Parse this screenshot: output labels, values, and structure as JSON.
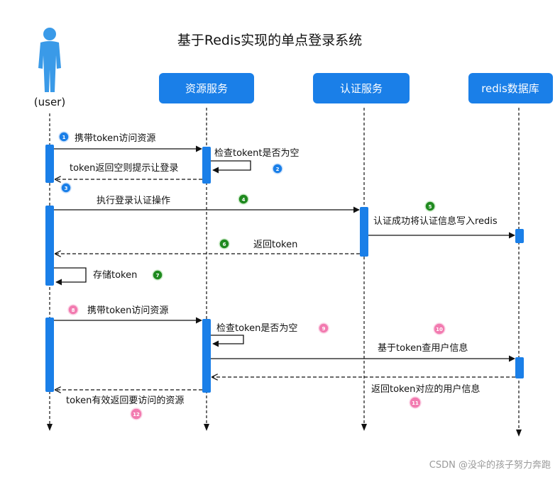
{
  "title": "基于Redis实现的单点登录系统",
  "user": {
    "label": "(user)"
  },
  "services": [
    {
      "name": "资源服务"
    },
    {
      "name": "认证服务"
    },
    {
      "name": "redis数据库"
    }
  ],
  "steps": [
    {
      "num": "1",
      "text": "携带token访问资源"
    },
    {
      "num": "2",
      "text": "检查tokent是否为空"
    },
    {
      "num": "3",
      "text": "token返回空则提示让登录"
    },
    {
      "num": "4",
      "text": "执行登录认证操作"
    },
    {
      "num": "5",
      "text": "认证成功将认证信息写入redis"
    },
    {
      "num": "6",
      "text": "返回token"
    },
    {
      "num": "7",
      "text": "存储token"
    },
    {
      "num": "8",
      "text": "携带token访问资源"
    },
    {
      "num": "9",
      "text": "检查token是否为空"
    },
    {
      "num": "10",
      "text": "基于token查用户信息"
    },
    {
      "num": "11",
      "text": "返回token对应的用户信息"
    },
    {
      "num": "12",
      "text": "token有效返回要访问的资源"
    }
  ],
  "badge_colors": {
    "blue": "#1a7fe8",
    "green": "#1f8a1f",
    "pink": "#f27bb0"
  },
  "accent": "#1a7fe8",
  "watermark": "CSDN @没伞的孩子努力奔跑"
}
